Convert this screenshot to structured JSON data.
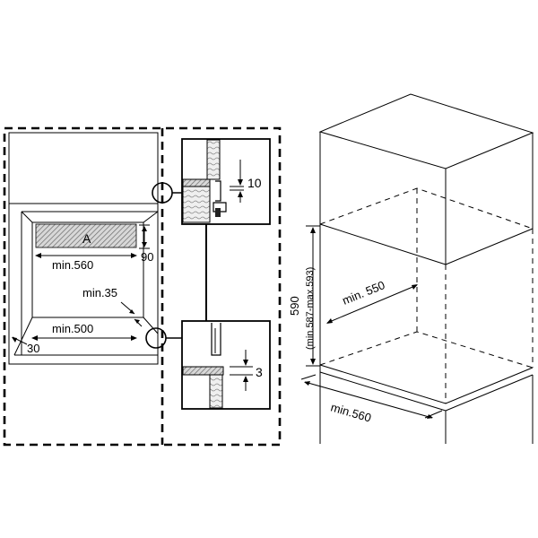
{
  "labels": {
    "section_a": "A",
    "min_560_top": "min.560",
    "height_90": "90",
    "min_35": "min.35",
    "min_500": "min.500",
    "gap_30": "30",
    "gap_10": "10",
    "gap_3": "3",
    "height_590": "590",
    "height_range": "(min.587-max.593)",
    "depth_min_550": "min. 550",
    "width_min_560": "min.560"
  },
  "colors": {
    "line": "#000000",
    "hatch": "#8a8a8a",
    "background": "#ffffff"
  }
}
